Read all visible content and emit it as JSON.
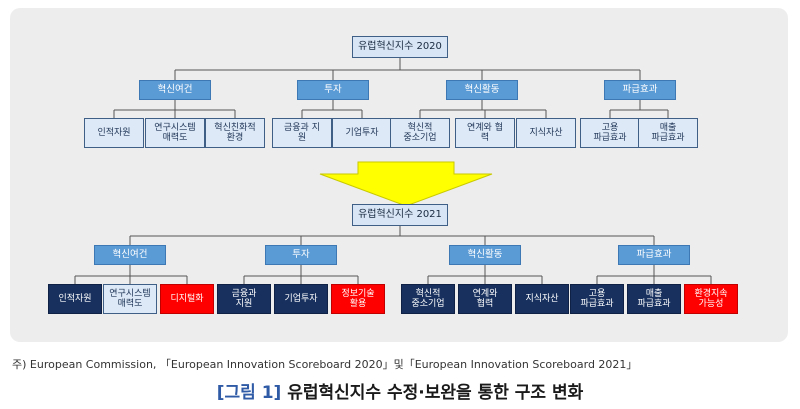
{
  "diagram_2020": {
    "root": "유럽혁신지수 2020",
    "categories": [
      {
        "label": "혁신여건",
        "children": [
          {
            "label": "인적자원"
          },
          {
            "label": "연구시스템\n매력도"
          },
          {
            "label": "혁신친화적\n환경"
          }
        ]
      },
      {
        "label": "투자",
        "children": [
          {
            "label": "금융과 지\n원"
          },
          {
            "label": "기업투자"
          }
        ]
      },
      {
        "label": "혁신활동",
        "children": [
          {
            "label": "혁신적\n중소기업"
          },
          {
            "label": "연계와 협\n력"
          },
          {
            "label": "지식자산"
          }
        ]
      },
      {
        "label": "파급효과",
        "children": [
          {
            "label": "고용\n파급효과"
          },
          {
            "label": "매출\n파급효과"
          }
        ]
      }
    ]
  },
  "diagram_2021": {
    "root": "유럽혁신지수 2021",
    "categories": [
      {
        "label": "혁신여건",
        "children": [
          {
            "label": "인적자원",
            "style": "dark"
          },
          {
            "label": "연구시스템\n매력도",
            "style": "light"
          },
          {
            "label": "디지털화",
            "style": "red"
          }
        ]
      },
      {
        "label": "투자",
        "children": [
          {
            "label": "금융과\n지원",
            "style": "dark"
          },
          {
            "label": "기업투자",
            "style": "dark"
          },
          {
            "label": "정보기술\n활용",
            "style": "red"
          }
        ]
      },
      {
        "label": "혁신활동",
        "children": [
          {
            "label": "혁신적\n중소기업",
            "style": "dark"
          },
          {
            "label": "연계와\n협력",
            "style": "dark"
          },
          {
            "label": "지식자산",
            "style": "dark"
          }
        ]
      },
      {
        "label": "파급효과",
        "children": [
          {
            "label": "고용\n파급효과",
            "style": "dark"
          },
          {
            "label": "매출\n파급효과",
            "style": "dark"
          },
          {
            "label": "환경지속\n가능성",
            "style": "red"
          }
        ]
      }
    ]
  },
  "note": "주) European Commission, 「European Innovation Scoreboard 2020」및「European Innovation Scoreboard 2021」",
  "caption": {
    "label": "[그림 1]",
    "text": "유럽혁신지수 수정·보완을 통한 구조 변화"
  },
  "colors": {
    "category_blue": "#5b9bd5",
    "leaf_dark_navy": "#17305e",
    "leaf_new_red": "#ff0000",
    "arrow_yellow": "#ffff00",
    "caption_label_blue": "#2f5aa6"
  }
}
